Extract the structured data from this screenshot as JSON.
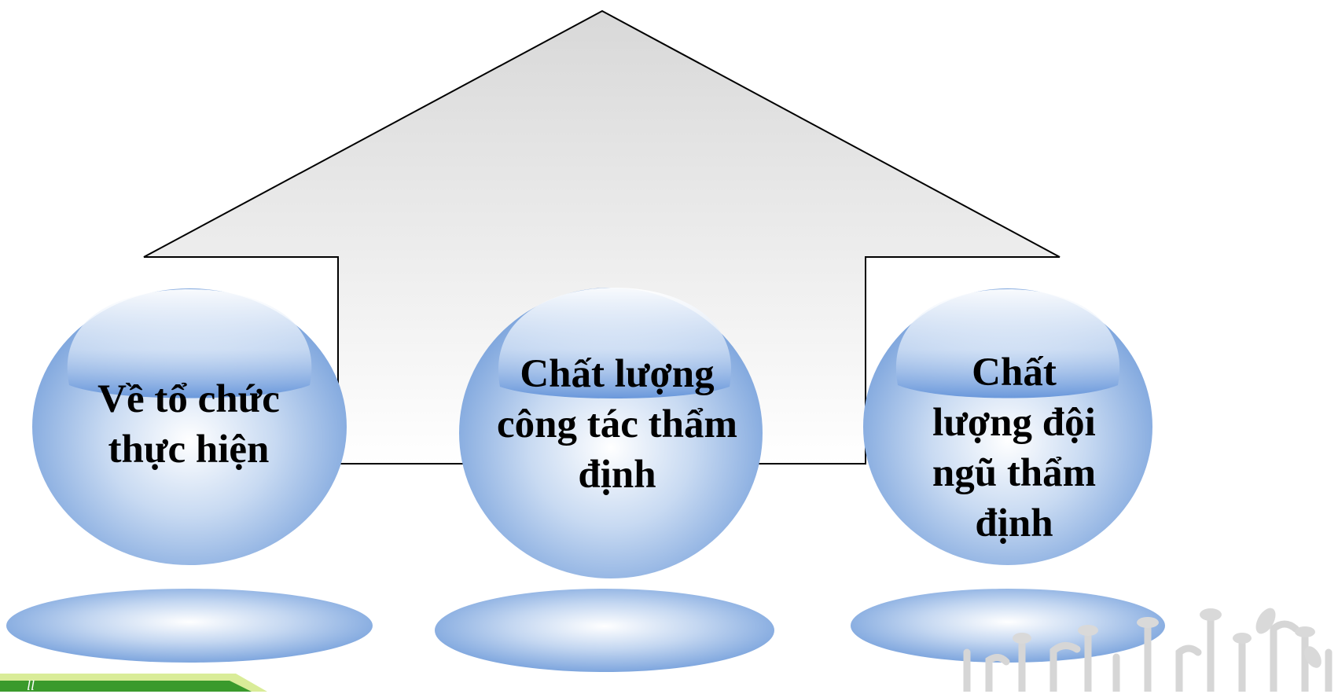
{
  "diagram": {
    "house_fill_top": "#dcdcdc",
    "house_fill_bottom": "#ffffff",
    "house_stroke": "#000000",
    "bubble_color_light": "#ffffff",
    "bubble_color_mid": "#b9cfee",
    "bubble_color_dark": "#6e9ad9",
    "bubbles": [
      {
        "lines": [
          "Về tổ chức",
          "thực hiện"
        ]
      },
      {
        "lines": [
          "Chất lượng",
          "công tác thẩm",
          "định"
        ]
      },
      {
        "lines": [
          "Chất",
          "lượng đội",
          "ngũ thẩm",
          "định"
        ]
      }
    ]
  },
  "footer": {
    "bar_color": "#3a9a2c",
    "bar_border_color": "#cfe48a",
    "text": "ll",
    "decoration_icon": "plant-sprouts-icon"
  }
}
